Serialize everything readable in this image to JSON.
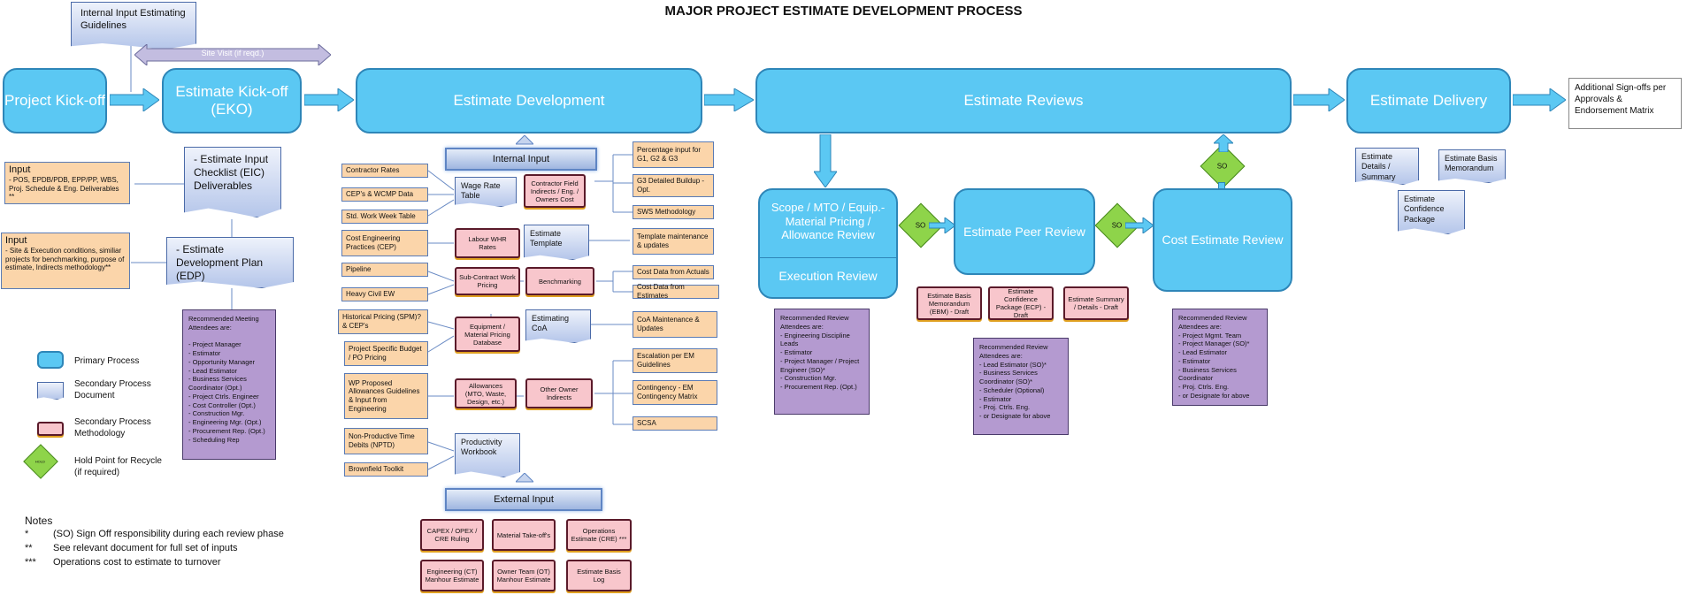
{
  "title": "MAJOR PROJECT ESTIMATE DEVELOPMENT PROCESS",
  "primary": {
    "kickoff": "Project Kick-off",
    "eko": "Estimate Kick-off (EKO)",
    "dev": "Estimate Development",
    "reviews": "Estimate Reviews",
    "delivery": "Estimate Delivery",
    "scope": "Scope / MTO / Equip.-Material Pricing /  Allowance Review",
    "exec": "Execution Review",
    "peer": "Estimate Peer Review",
    "cost": "Cost Estimate Review"
  },
  "signoff": "Additional Sign-offs per Approvals & Endorsement Matrix",
  "guidelines": "Internal Input Estimating Guidelines",
  "site_visit": "Site Visit  (if reqd.)",
  "input1": {
    "title": "Input",
    "text": "- POS, EPDB/PDB, EPP/PP, WBS, Proj. Schedule & Eng. Deliverables **"
  },
  "input2": {
    "title": "Input",
    "text": "- Site & Execution conditions, similiar projects for benchmarking, purpose of estimate, Indirects methodology**"
  },
  "eic": "- Estimate Input Checklist (EIC) Deliverables",
  "edp": "- Estimate Development Plan (EDP)",
  "attendees_eko": "Recommended Meeting Attendees are:\n\n- Project Manager\n- Estimator\n- Opportunity Manager\n- Lead Estimator\n- Business Services Coordinator (Opt.)\n- Project Ctrls. Engineer\n- Cost Controller (Opt.)\n- Construction Mgr.\n- Engineering Mgr. (Opt.)\n- Procurement Rep. (Opt.)\n- Scheduling Rep",
  "internal_input": "Internal Input",
  "external_input": "External Input",
  "left_inputs": [
    "Contractor Rates",
    "CEP's & WCMP Data",
    "Std. Work Week Table",
    "Cost Engineering Practices (CEP)",
    "Pipeline",
    "Heavy Civil EW",
    "Historical Pricing  (SPM)? & CEP's",
    "Project Specific Budget / PO Pricing",
    "WP Proposed Allowances  Guidelines & Input from Engineering",
    "Non-Productive Time Debits (NPTD)",
    "Brownfield Toolkit"
  ],
  "right_inputs": [
    "Percentage input for G1, G2 & G3",
    "G3 Detailed Buildup - Opt.",
    "SWS Methodology",
    "Template maintenance & updates",
    "Cost Data from Actuals",
    "Cost Data from Estimates",
    "CoA Maintenance & Updates",
    "Escalation per EM Guidelines",
    "Contingency - EM Contingency Matrix",
    "SCSA"
  ],
  "center_docs": {
    "wage": "Wage Rate Table",
    "template": "Estimate Template",
    "coa": "Estimating CoA",
    "productivity": "Productivity Workbook"
  },
  "center_methods": {
    "field": "Contractor Field Indirects / Eng. / Owners Cost",
    "labour": "Labour WHR Rates",
    "subcontract": "Sub-Contract Work Pricing",
    "benchmark": "Benchmarking",
    "equipment": "Equipment / Material Pricing Database",
    "allowances": "Allowances (MTO, Waste, Design, etc.)",
    "owner": "Other Owner Indirects"
  },
  "external_items": [
    "CAPEX / OPEX / CRE Ruling",
    "Material Take-off's",
    "Operations Estimate  (CRE) ***",
    "Engineering (CT) Manhour Estimate",
    "Owner Team (OT) Manhour Estimate",
    "Estimate Basis Log"
  ],
  "review_methods": [
    "Estimate Basis Memorandum (EBM) - Draft",
    "Estimate Confidence Package (ECP) - Draft",
    "Estimate Summary / Details - Draft"
  ],
  "attendees_scope": "Recommended Review Attendees are:\n- Engineering Discipline Leads\n- Estimator\n- Project Manager / Project Engineer (SO)*\n- Construction Mgr.\n- Procurement Rep. (Opt.)",
  "attendees_peer": "Recommended Review Attendees are:\n- Lead Estimator (SO)*\n- Business Services Coordinator (SO)*\n- Scheduler (Optional)\n- Estimator\n- Proj. Ctrls. Eng.\n- or Designate for above",
  "attendees_cost": "Recommended Review Attendees are:\n- Project Mgmt. Team\n- Project Manager (SO)*\n- Lead Estimator\n- Estimator\n- Business Services Coordinator\n- Proj. Ctrls. Eng.\n- or Designate for above",
  "so": "SO",
  "delivery_docs": [
    "Estimate Details / Summary",
    "Estimate Basis Memorandum",
    "Estimate Confidence Package"
  ],
  "legend": {
    "primary": "Primary Process",
    "doc": "Secondary Process Document",
    "method": "Secondary Process Methodology",
    "hold": "Hold Point for Recycle (if required)",
    "hold_tag": "HOLD"
  },
  "notes": {
    "title": "Notes",
    "items": [
      [
        "*",
        "(SO) Sign Off responsibility during each review phase"
      ],
      [
        "**",
        "See relevant document for full set of inputs"
      ],
      [
        "***",
        "Operations cost to estimate to turnover"
      ]
    ]
  }
}
